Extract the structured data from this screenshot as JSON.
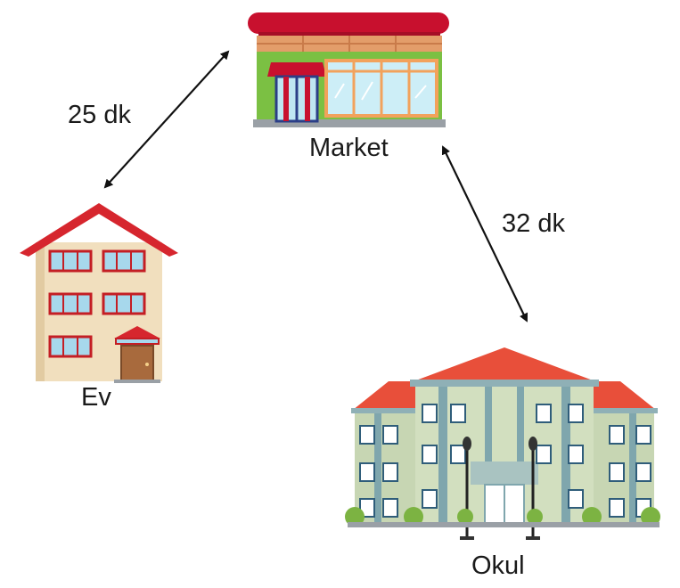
{
  "places": {
    "market": {
      "name": "Market"
    },
    "home": {
      "name": "Ev"
    },
    "school": {
      "name": "Okul"
    }
  },
  "routes": {
    "home_market": {
      "duration": "25 dk"
    },
    "market_school": {
      "duration": "32 dk"
    }
  },
  "colors": {
    "roof_red": "#e84f3a",
    "market_green": "#7bc043",
    "awning_red": "#c8102e",
    "house_wall": "#f1dfbe",
    "school_wall": "#c7d6b3",
    "school_column": "#7fa6ad",
    "arrow": "#111111"
  }
}
